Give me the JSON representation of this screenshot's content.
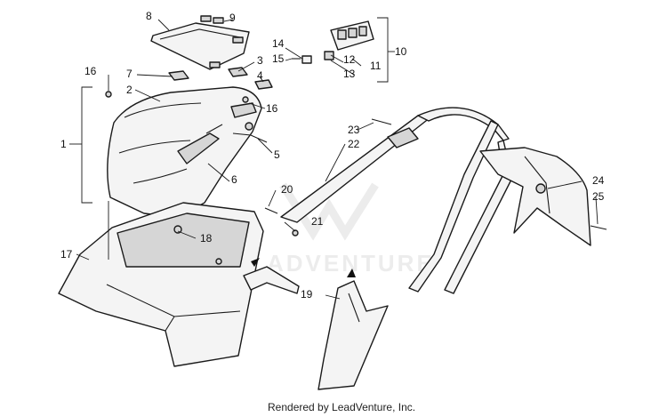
{
  "diagram": {
    "callouts": {
      "c1": "1",
      "c2": "2",
      "c3": "3",
      "c4": "4",
      "c5": "5",
      "c6": "6",
      "c7": "7",
      "c8": "8",
      "c9": "9",
      "c10": "10",
      "c11": "11",
      "c12": "12",
      "c13": "13",
      "c14": "14",
      "c15": "15",
      "c16a": "16",
      "c16b": "16",
      "c17": "17",
      "c18": "18",
      "c19": "19",
      "c20": "20",
      "c21": "21",
      "c22": "22",
      "c23": "23",
      "c24": "24",
      "c25": "25"
    },
    "watermark": "ADVENTURE",
    "footer": "Rendered by LeadVenture, Inc."
  },
  "colors": {
    "line": "#1a1a1a",
    "part_fill": "#f4f4f4",
    "shade": "#d6d6d6",
    "watermark": "#ececec"
  }
}
